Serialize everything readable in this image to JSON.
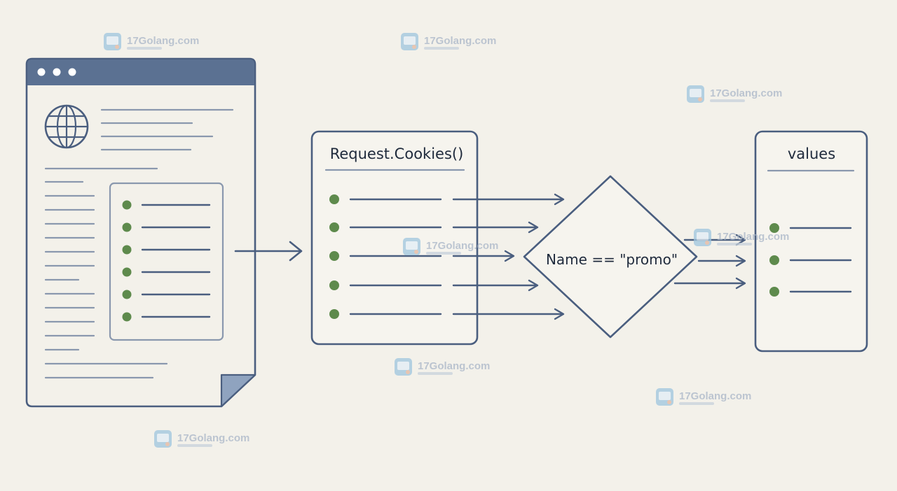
{
  "diagram": {
    "cookies_box_title": "Request.Cookies()",
    "condition_label": "Name == \"promo\"",
    "values_box_title": "values",
    "cookie_item_count": 5,
    "value_item_count": 3
  },
  "watermark": {
    "logo_text": "17Golang.com"
  },
  "colors": {
    "background": "#f3f1ea",
    "ink": "#4a5e7f",
    "window_titlebar": "#5b7192",
    "bullet": "#5e8a4c",
    "watermark": "#a9b6c8"
  },
  "icons": [
    "browser-window-icon",
    "globe-icon",
    "folded-corner-icon",
    "bullet-dot",
    "arrow-icon",
    "logo-mark-icon"
  ]
}
